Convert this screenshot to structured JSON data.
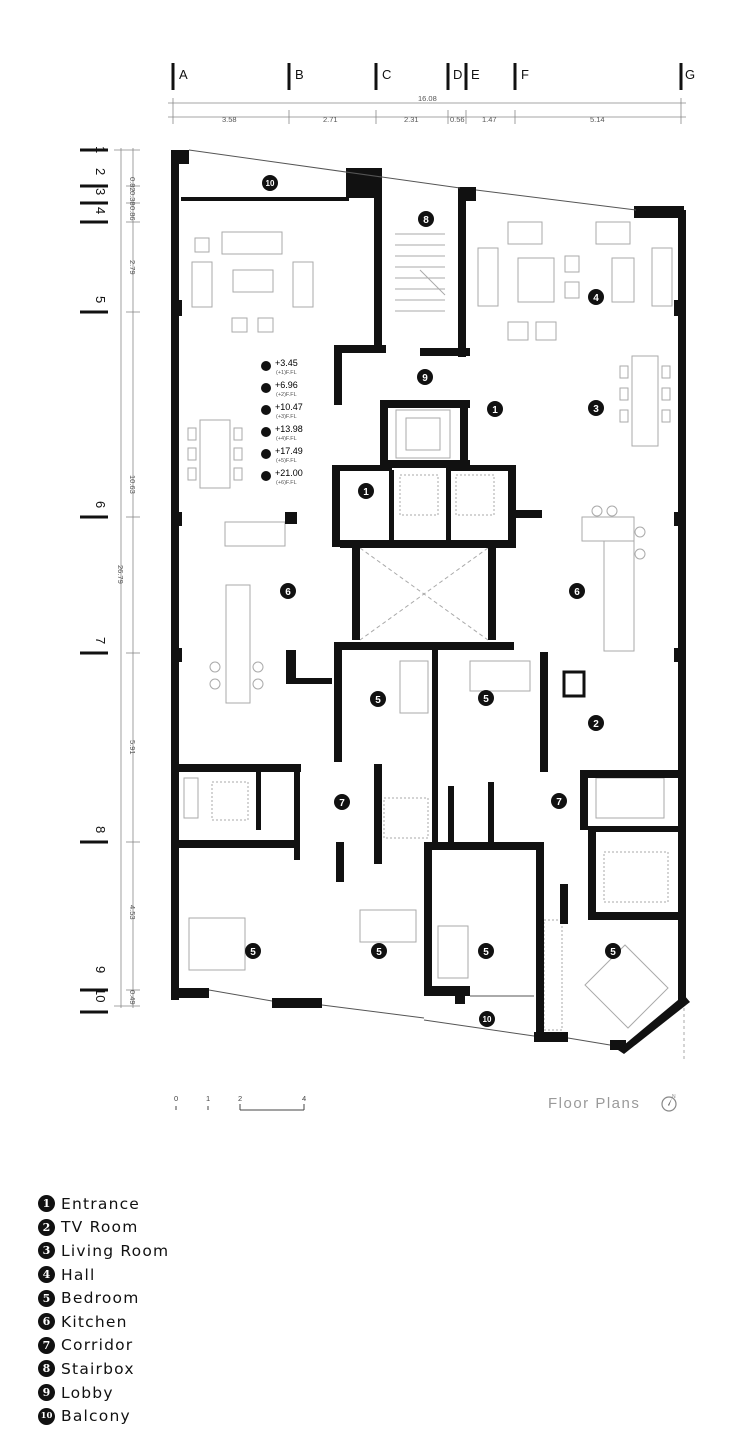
{
  "grid_columns": [
    {
      "label": "A"
    },
    {
      "label": "B"
    },
    {
      "label": "C"
    },
    {
      "label": "D"
    },
    {
      "label": "E"
    },
    {
      "label": "F"
    },
    {
      "label": "G"
    }
  ],
  "column_total": "16.08",
  "column_spans": [
    "3.58",
    "2.71",
    "2.31",
    "0.56",
    "1.47",
    "5.14"
  ],
  "grid_rows": [
    {
      "label": "1"
    },
    {
      "label": "2"
    },
    {
      "label": "3"
    },
    {
      "label": "4"
    },
    {
      "label": "5"
    },
    {
      "label": "6"
    },
    {
      "label": "7"
    },
    {
      "label": "8"
    },
    {
      "label": "9"
    },
    {
      "label": "10"
    }
  ],
  "row_total": "26.79",
  "row_spans": [
    "0.82",
    "0.38",
    "0.86",
    "2.79",
    "10.63",
    "5.91",
    "4.53",
    "0.49"
  ],
  "levels": [
    {
      "value": "+3.45",
      "floor": "(+1)F.FL"
    },
    {
      "value": "+6.96",
      "floor": "(+2)F.FL"
    },
    {
      "value": "+10.47",
      "floor": "(+3)F.FL"
    },
    {
      "value": "+13.98",
      "floor": "(+4)F.FL"
    },
    {
      "value": "+17.49",
      "floor": "(+5)F.FL"
    },
    {
      "value": "+21.00",
      "floor": "(+6)F.FL"
    }
  ],
  "room_markers": [
    "10",
    "8",
    "4",
    "9",
    "1",
    "3",
    "1",
    "6",
    "6",
    "5",
    "5",
    "2",
    "7",
    "7",
    "5",
    "5",
    "5",
    "5",
    "10"
  ],
  "scale_bar": {
    "ticks": [
      "0",
      "1",
      "2",
      "4"
    ]
  },
  "caption": "Floor Plans",
  "north_label": "N",
  "legend": [
    {
      "num": "1",
      "label": "Entrance"
    },
    {
      "num": "2",
      "label": "TV Room"
    },
    {
      "num": "3",
      "label": "Living Room"
    },
    {
      "num": "4",
      "label": "Hall"
    },
    {
      "num": "5",
      "label": "Bedroom"
    },
    {
      "num": "6",
      "label": "Kitchen"
    },
    {
      "num": "7",
      "label": "Corridor"
    },
    {
      "num": "8",
      "label": "Stairbox"
    },
    {
      "num": "9",
      "label": "Lobby"
    },
    {
      "num": "10",
      "label": "Balcony"
    }
  ],
  "colors": {
    "wall": "#111111",
    "furniture": "#aaaaaa",
    "dim": "#9a9a9a"
  }
}
